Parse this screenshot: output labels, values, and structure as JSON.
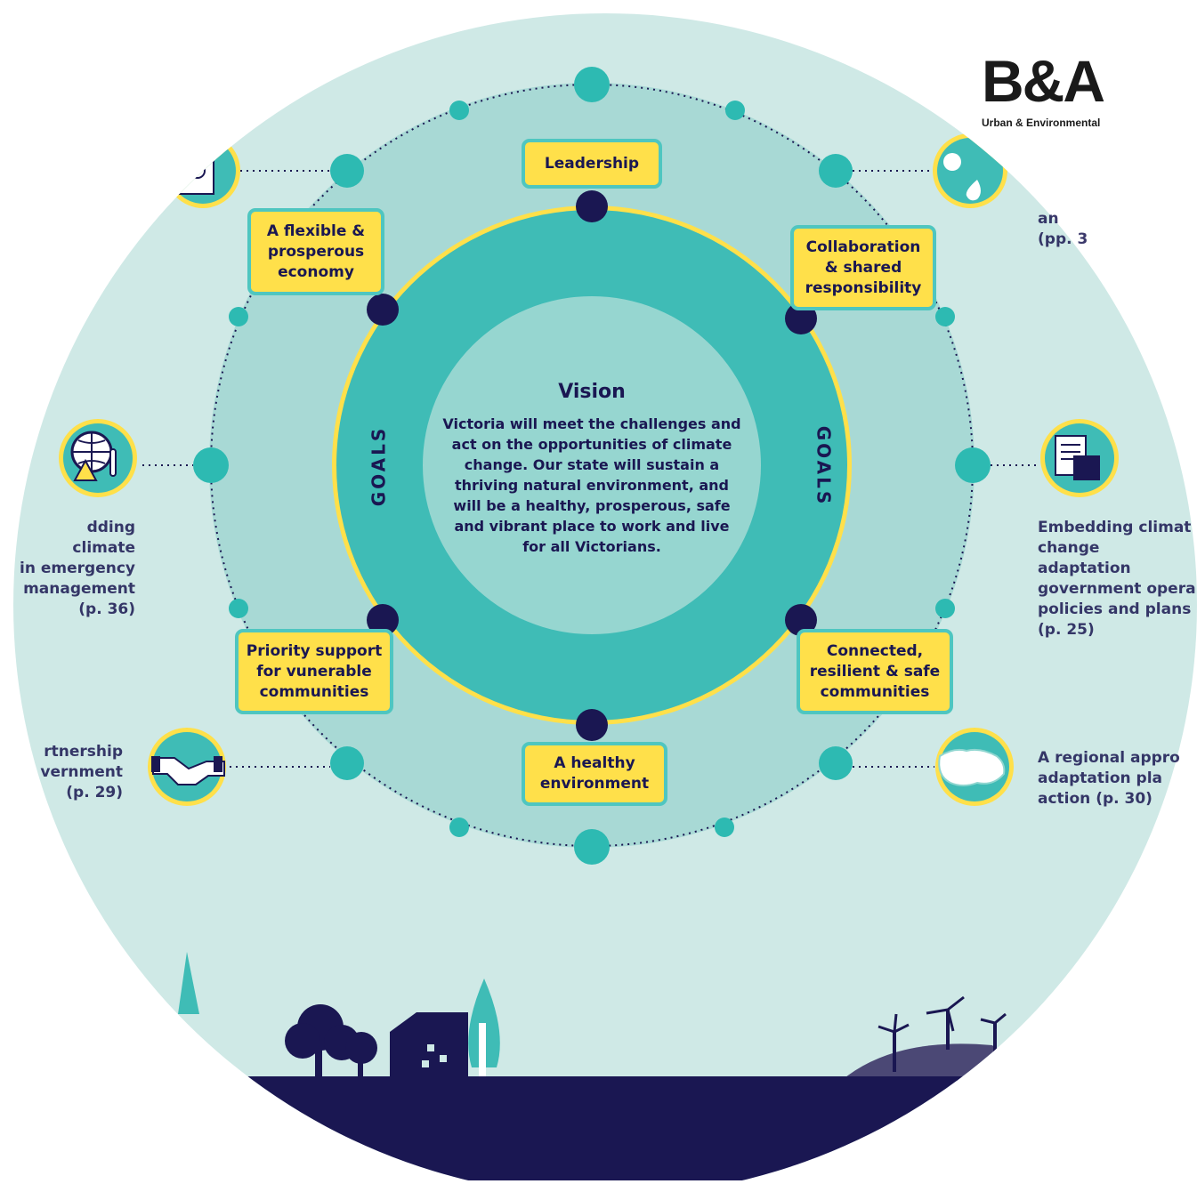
{
  "brand": {
    "logo": "B&A",
    "subtitle": "Urban & Environmental"
  },
  "vision": {
    "title": "Vision",
    "text": "Victoria will meet the challenges and\nact on the opportunities of climate\nchange. Our state will sustain a\nthriving natural environment, and\nwill be a healthy, prosperous, safe\nand vibrant place to work and live\nfor all Victorians."
  },
  "goals_label": "GOALS",
  "goals": [
    "Leadership",
    "Collaboration\n& shared\nresponsibility",
    "Connected,\nresilient & safe\ncommunities",
    "A healthy\nenvironment",
    "Priority support\nfor vunerable\ncommunities",
    "A flexible &\nprosperous\neconomy"
  ],
  "side_texts": {
    "top_right": "an\n(pp. 3",
    "mid_left": "dding climate\nin emergency\nmanagement\n(p. 36)",
    "mid_right": "Embedding climat\nchange adaptation\ngovernment opera\npolicies and plans\n (p. 25)",
    "bottom_left": "rtnership\nvernment\n(p. 29)",
    "bottom_right": "A regional appro\nadaptation pla\naction (p. 30)"
  },
  "colors": {
    "background": "#cfe9e6",
    "outer_ring": "#a8d9d5",
    "goal_ring": "#3fbcb6",
    "inner_disc": "#96d6d0",
    "accent_yellow": "#ffe04a",
    "navy": "#1a1752",
    "teal_dot": "#2dbab2"
  },
  "icons": [
    "document-icon",
    "water-drop-icon",
    "globe-warning-icon",
    "thermometer-icon",
    "report-building-icon",
    "handshake-icon",
    "map-icon",
    "tree-icon",
    "house-icon",
    "wind-turbine-icon"
  ]
}
